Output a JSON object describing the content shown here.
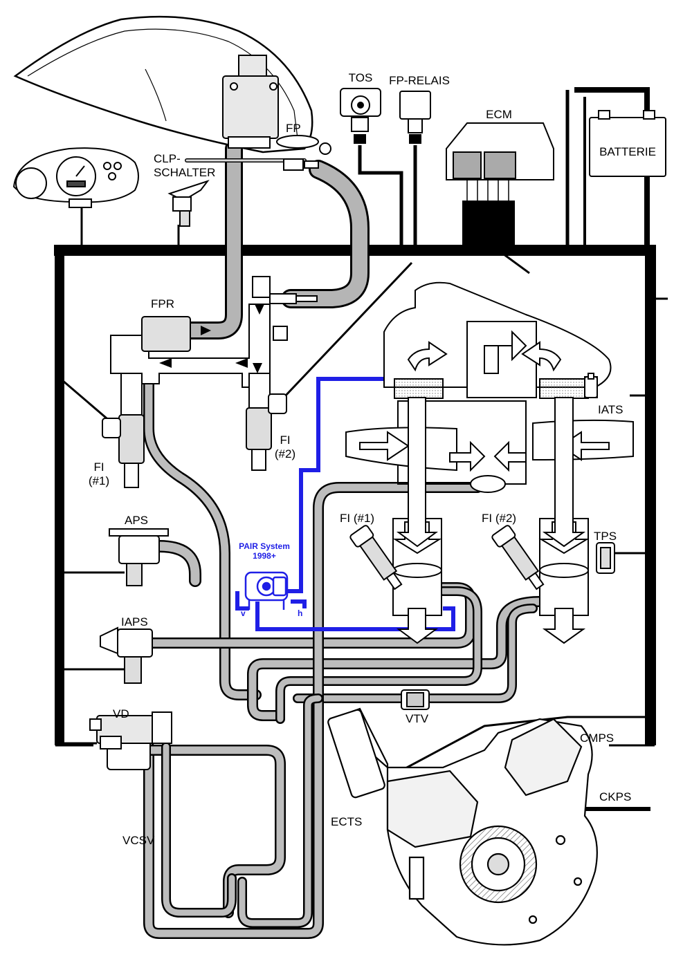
{
  "colors": {
    "wire": "#000000",
    "hose_fill": "#bdbdbd",
    "pair_blue": "#1f1fe6",
    "component_fill": "#d9d9d9",
    "background": "#ffffff"
  },
  "labels": {
    "tos": "TOS",
    "fp_relais": "FP-RELAIS",
    "ecm": "ECM",
    "batterie": "BATTERIE",
    "fp": "FP",
    "clp_line1": "CLP-",
    "clp_line2": "SCHALTER",
    "fpr": "FPR",
    "fi1_left_line1": "FI",
    "fi1_left_line2": "(#1)",
    "fi2_left_line1": "FI",
    "fi2_left_line2": "(#2)",
    "iats": "IATS",
    "aps": "APS",
    "pair_line1": "PAIR System",
    "pair_line2": "1998+",
    "pair_port_v": "v",
    "pair_port_h": "h",
    "fi1_right": "FI  (#1)",
    "fi2_right": "FI  (#2)",
    "tps": "TPS",
    "iaps": "IAPS",
    "vtv": "VTV",
    "vd": "VD",
    "cmps": "CMPS",
    "ckps": "CKPS",
    "ects": "ECTS",
    "vcsv": "VCSV"
  },
  "icons": {
    "fuel_tank": "fuel-tank-icon",
    "instrument_cluster": "speedometer-icon",
    "engine": "v-twin-engine-icon",
    "injector": "fuel-injector-icon",
    "connector": "plug-connector-icon"
  }
}
